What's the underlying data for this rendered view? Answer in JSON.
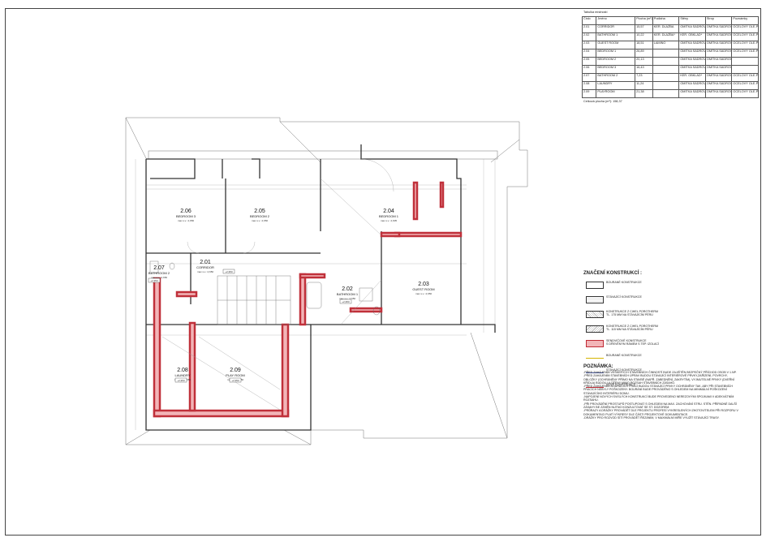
{
  "room_table": {
    "title": "Tabulka místností",
    "headers": [
      "Číslo",
      "Jméno",
      "Plocha (m²)",
      "Podlaha",
      "Stěny",
      "Strop",
      "Poznámky"
    ],
    "rows": [
      [
        "2.01",
        "CORRIDOR",
        "15,57",
        "KER. DLAŽBA",
        "OMÍTKA SÁDROVÁ",
        "OMÍTKA SÁDROVÁ",
        "OCELOVÝ OLE-POVLOČKA"
      ],
      [
        "2.02",
        "BATHROOM 1",
        "10,22",
        "KER. DLAŽBA*",
        "KER. OBKLAD*",
        "OMÍTKA SÁDROVÁ",
        "OCELOVÝ OLE-POVLOČKA"
      ],
      [
        "2.03",
        "GUEST ROOM",
        "18,51",
        "LAMINO",
        "OMÍTKA SÁDROVÁ",
        "OMÍTKA SÁDROVÁ",
        "OCELOVÝ OLE-POVLOČKA"
      ],
      [
        "2.04",
        "BEDROOM 1",
        "26,89",
        "",
        "OMÍTKA SÁDROVÁ",
        "OMÍTKA SÁDROVÁ",
        "OCELOVÝ OLE-POVLOČKA"
      ],
      [
        "2.05",
        "BEDROOM 2",
        "20,13",
        "",
        "OMÍTKA SÁDROVÁ",
        "OMÍTKA SÁDROVÁ",
        ""
      ],
      [
        "2.06",
        "BEDROOM 3",
        "16,43",
        "",
        "OMÍTKA SÁDROVÁ",
        "OMÍTKA SÁDROVÁ",
        ""
      ],
      [
        "2.07",
        "BATHROOM 2",
        "7,23",
        "",
        "KER. OBKLAD*",
        "OMÍTKA SÁDROVÁ",
        "OCELOVÝ OLE-POVLOČKA"
      ],
      [
        "2.08",
        "LAUNDRY",
        "11,24",
        "",
        "OMÍTKA SÁDROVÁ",
        "OMÍTKA SÁDROVÁ",
        "OCELOVÝ OLE-POVLOČKA"
      ],
      [
        "2.09",
        "PLAYROOM",
        "21,38",
        "",
        "OMÍTKA SÁDROVÁ",
        "OMÍTKA SÁDROVÁ",
        "OCELOVÝ OLE-POVLOČKA NOVÉ ROVNOŘÍ"
      ]
    ],
    "total": "Celková plocha (m²): 158,37"
  },
  "rooms": [
    {
      "number": "2.06",
      "name": "BEDROOM 3",
      "height": "max s.v.: 2,650"
    },
    {
      "number": "2.05",
      "name": "BEDROOM 2",
      "height": "max s.v.: 2,650"
    },
    {
      "number": "2.04",
      "name": "BEDROOM 1",
      "height": "max s.v.: 2,605"
    },
    {
      "number": "2.01",
      "name": "CORRIDOR",
      "height": "max s.v.: 2,650"
    },
    {
      "number": "2.07",
      "name": "BATHROOM 2",
      "height": "max s.v.: 2,650"
    },
    {
      "number": "2.02",
      "name": "BATHROOM 1",
      "height": "max s.v.: 2,650"
    },
    {
      "number": "2.03",
      "name": "GUEST ROOM",
      "height": "max s.v.: 2,650"
    },
    {
      "number": "2.08",
      "name": "LAUNDRY",
      "height": "max s.v.: 2,650"
    },
    {
      "number": "2.09",
      "name": "PLAY ROOM",
      "height": "max s.v.: 2,650"
    }
  ],
  "level_tags": [
    "+2,950",
    "+2,950",
    "+2,950",
    "+2,950",
    "+2,950"
  ],
  "legend": {
    "title": "ZNAČENÍ KONSTRUKCÍ :",
    "items": [
      {
        "label": "BOURANÉ KONSTRUKCE",
        "kind": "demo"
      },
      {
        "label": "STÁVAJÍCÍ KONSTRUKCE",
        "kind": "exist"
      },
      {
        "label": "KONSTRUKCE Z CIHEL POROTHERM\nTL. 175 MM NA STÁVAJÍCÍM PÉRU",
        "kind": "brick175"
      },
      {
        "label": "KONSTRUKCE Z CIHEL POROTHERM\nTL. 115 MM NA STÁVAJÍCÍM PÉRU",
        "kind": "brick115"
      },
      {
        "label": "SENDVIČOVÉ KONSTRUKCE\nS DŘEVĚNÝM RÁMEM S TEP. IZOLACÍ",
        "kind": "sdk"
      },
      {
        "label": "BOURANÉ KONSTRUKCE",
        "kind": "line-yellow",
        "color": "#d4b400"
      },
      {
        "label": "STÁVAJÍCÍ KONSTRUKCE",
        "kind": "line-blue",
        "color": "#4b5fb0"
      },
      {
        "label": "NOVÉ KONSTRUKCE",
        "kind": "line-red",
        "color": "#c0303a"
      }
    ]
  },
  "notes": {
    "title": "POZNÁMKA:",
    "items": [
      "-PŘED ZAHÁJENÍM VEŠKERÝCH STAVEBNÍCH ČINNOSTÍ BUDE ZAJIŠTĚN BEZPEČNÝ PŘÍCHOD OSOB V 1.NP.",
      "-PŘED ZAHÁJENÍM STAVEBNÍCH ÚPRAV BUDOU STÁVAJÍCÍ INTERIÉROVÉ PRVKY,ZAŘÍZENÍ, POVRCHY,",
      " OBLOŽKY (OCHRÁNĚNY PŘÍMO NA STAVBĚ (NAPŘ. ZABEDNĚNÍ, ZAKRYTÍM), VYJMUTELNÉ PRVKY (DVEŘNÍ",
      " KŘÍDLA) BUDOU ULOŽENY MIMO ROZSAH STAVEBNÍCH ZÁSAHŮ.",
      "-PŘED ZAHÁJENÍM BOURACÍCH PRACÍ BUDOU STÁVAJÍCÍ PRVKY OCHRÁNĚNY TAK, ABY PŘI STAVEBNÍCH",
      " PRACÍCH NEBYLY POŠKOZENY. BOURÁNÍ BUDE PROVÁDĚNO S OHLEDEM NA MINIMÁLNÍ POŠKOZENÍ",
      " STÁVAJÍCÍHO INTERIÉRU DOMU.",
      "-NAPOJENÍ NOVÝCH SVISLÝCH KONSTRUKCÍ BUDE PROVEDENO NEREZOVÝMI SPOJKAMI V ADEKVÁTNÍM",
      " ROZSAHU.",
      "-PŘI PROVÁDĚNÍ PROSTUPŮ POSTUPOVAT S OHLEDEM NA MAX. ZACHOVÁNÍ STRU. STĚN. PŘÍPADNÉ DALŠÍ",
      " ZÁSAHY BE ZZMĚN NUTNO KONZULTOVAT SE ST. DOZOREM.",
      "-PRŮRAZY A DRÁŽKY PROVÁDĚT DLE PROJEKTU PROFESÍ VYKRESLENÝCH ZHOTOVITELEM PŘI ROZPORU V",
      " DOKUMENTACI PLATÍ VÝKRESY DLE ČÁSTI PROJEKTOVÉ DOKUMENTACE.",
      "-DRÁŽKY PRO ROZVOD SÍTÍ PROVÁDĚT ŘEZÁNÍM, V MAXIMÁLNÍ MÍŘE VYUŽÍT STÁVAJÍCÍ TRASY."
    ]
  }
}
